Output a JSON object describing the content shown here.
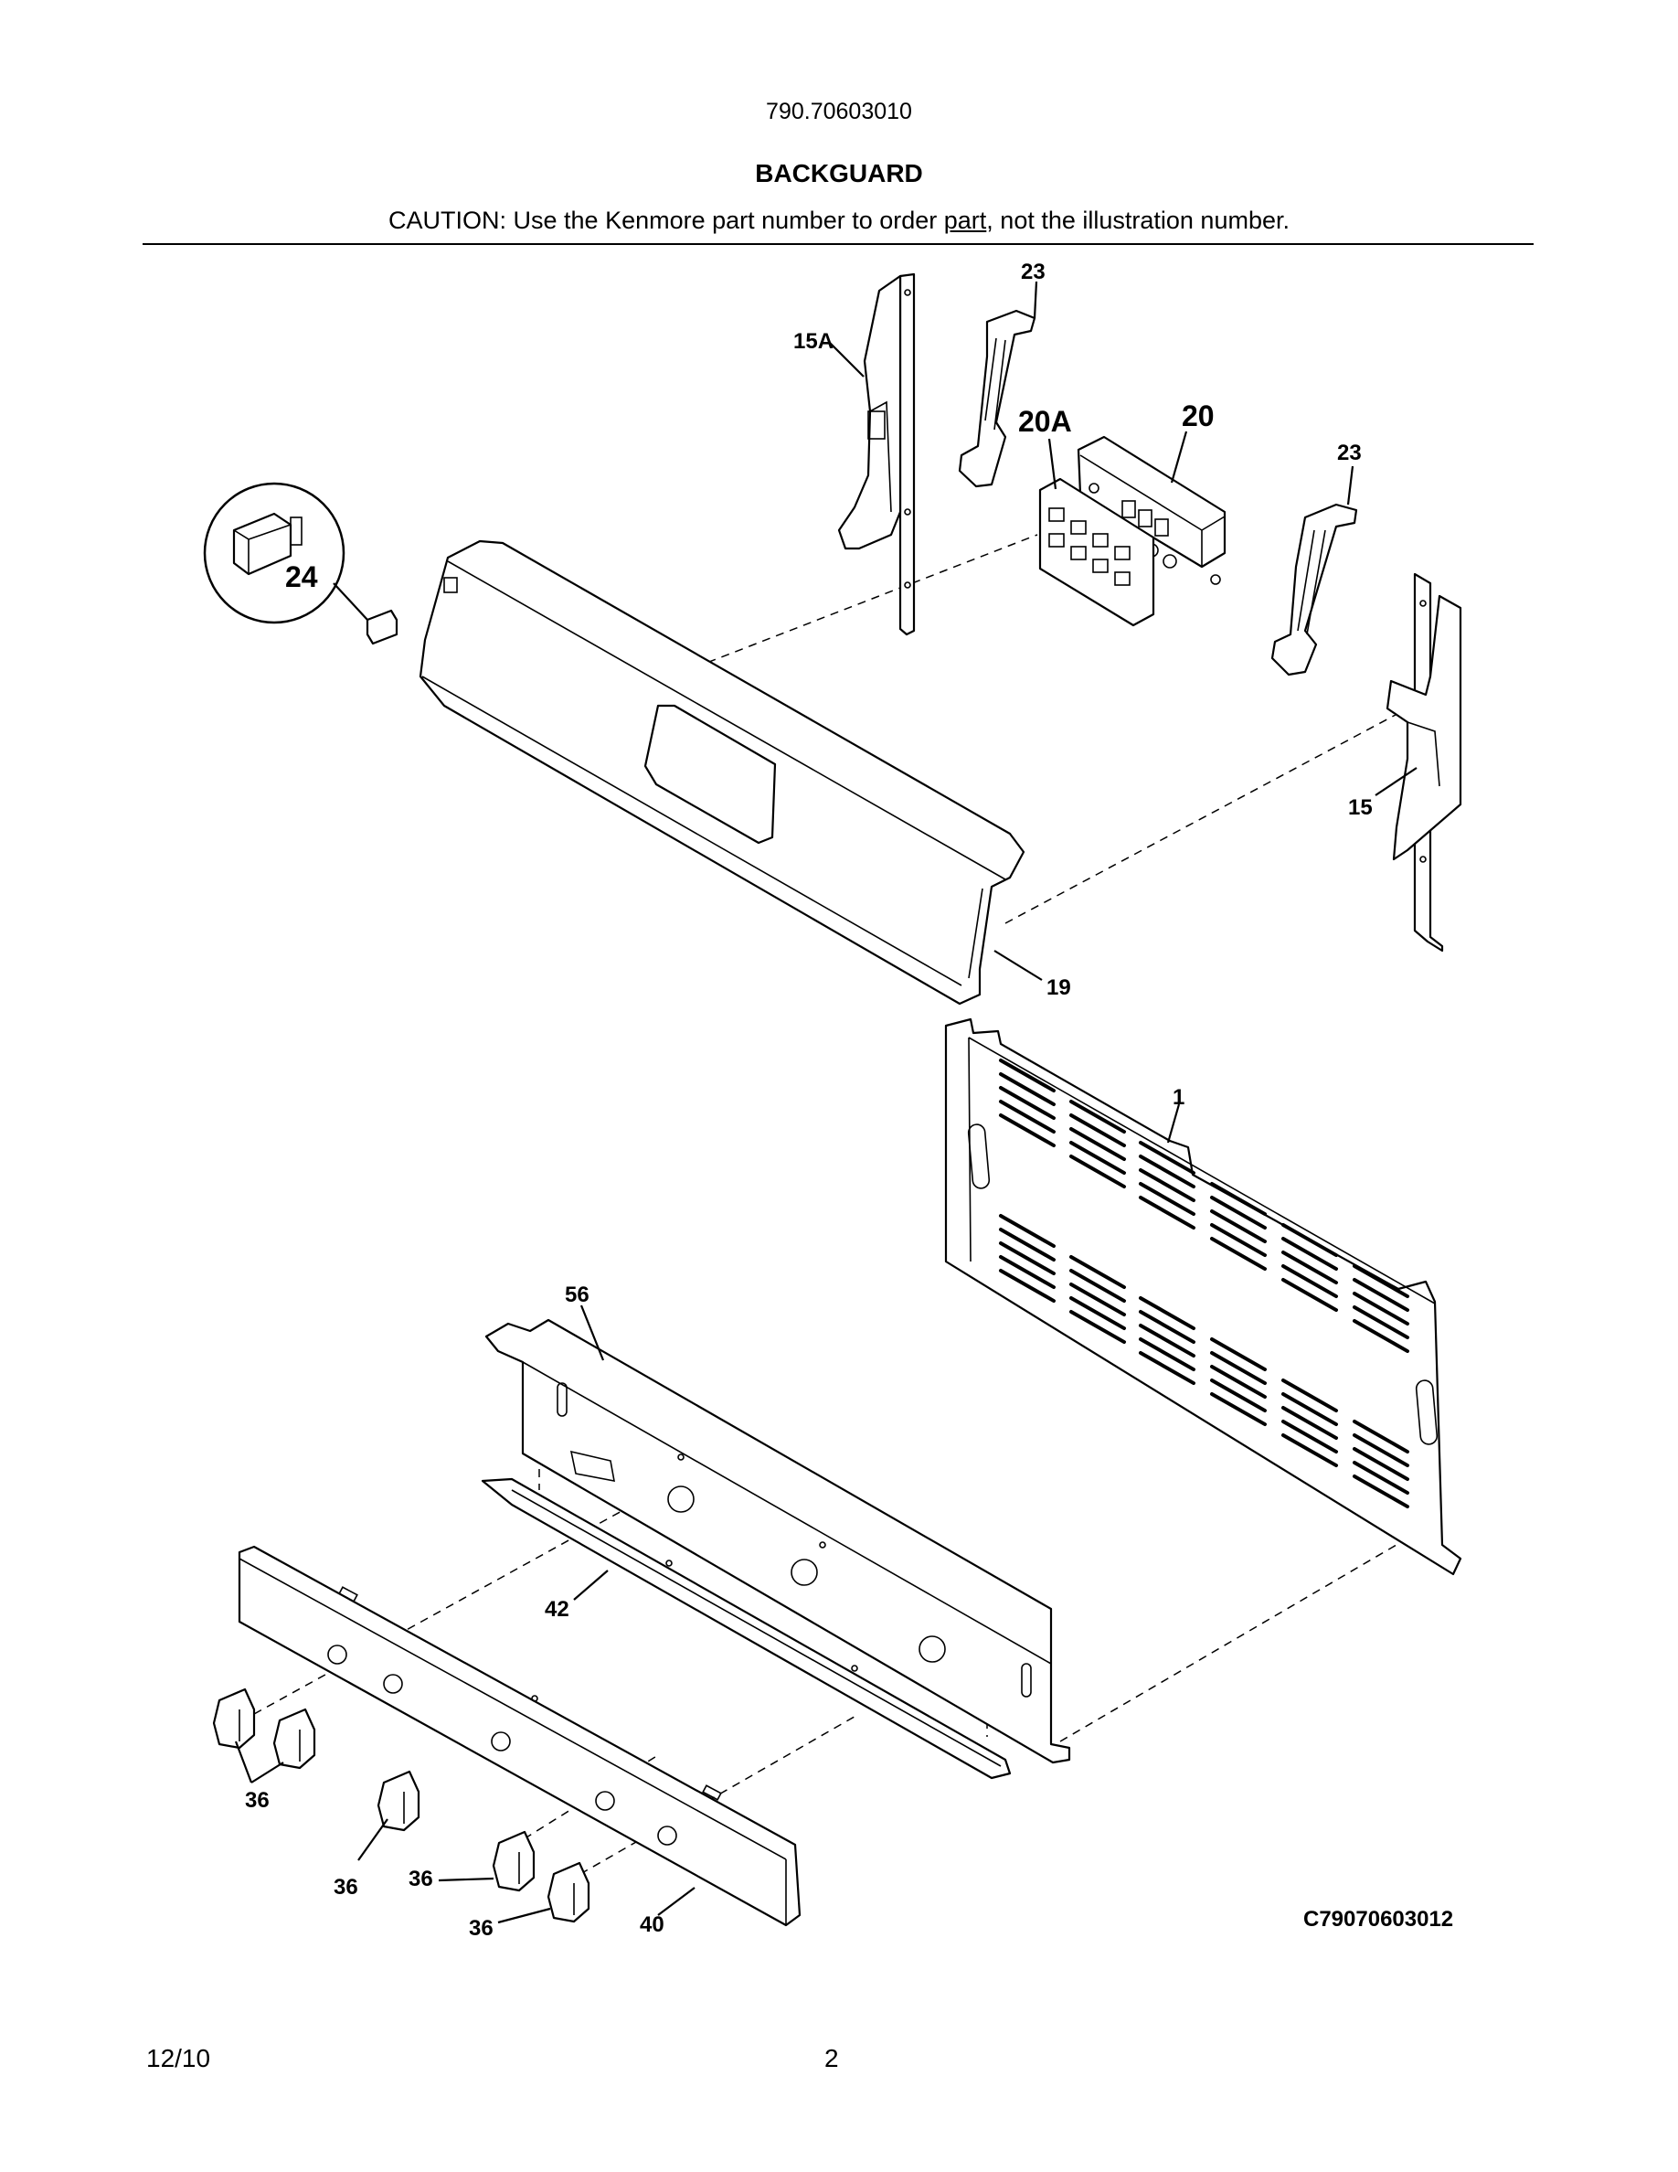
{
  "header": {
    "model_number": "790.70603010",
    "section_title": "BACKGUARD",
    "caution_prefix": "CAUTION: Use the Kenmore part number to order ",
    "caution_link": "part",
    "caution_suffix": ", not the illustration number."
  },
  "diagram": {
    "callouts": {
      "c23a": "23",
      "c15A": "15A",
      "c20A": "20A",
      "c20": "20",
      "c23b": "23",
      "c24": "24",
      "c15": "15",
      "c19": "19",
      "c1": "1",
      "c56": "56",
      "c42": "42",
      "c36a": "36",
      "c36b": "36",
      "c36c": "36",
      "c36d": "36",
      "c40": "40"
    },
    "drawing_code": "C79070603012"
  },
  "footer": {
    "date": "12/10",
    "page_number": "2"
  }
}
